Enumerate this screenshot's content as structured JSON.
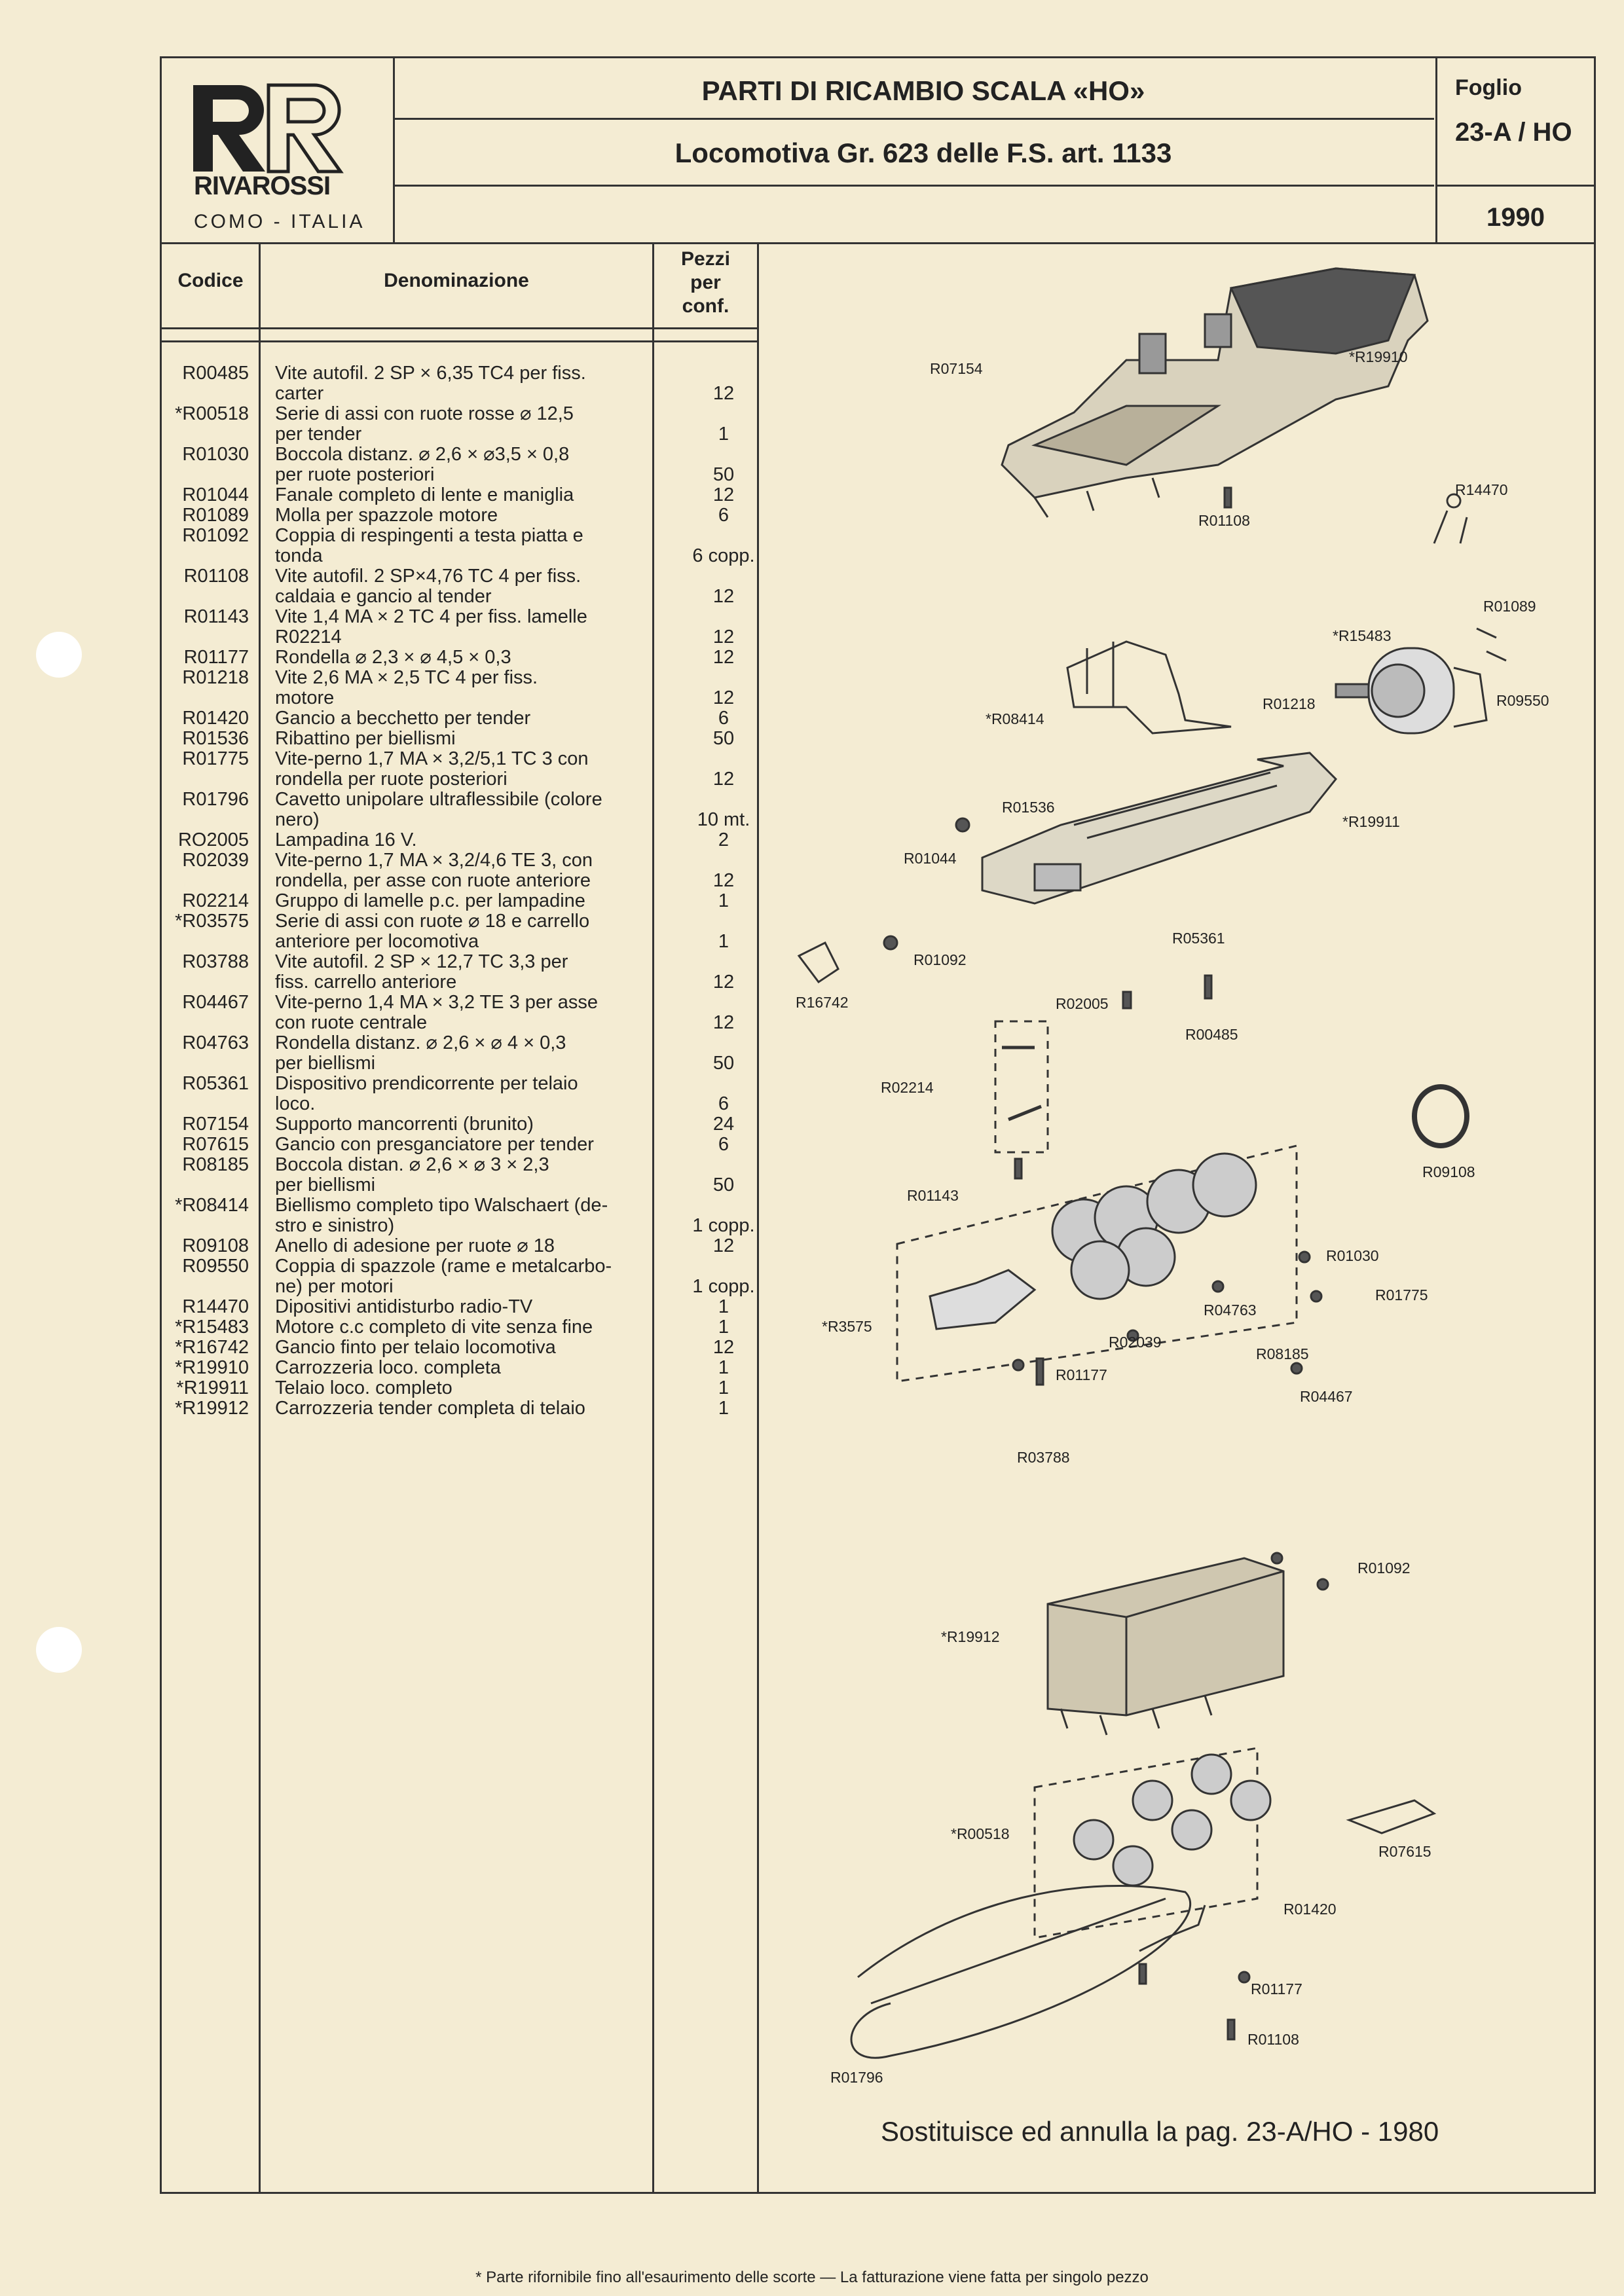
{
  "brand": {
    "name": "RIVAROSSI",
    "city": "COMO - ITALIA"
  },
  "header": {
    "title": "PARTI DI RICAMBIO SCALA «HO»",
    "subtitle": "Locomotiva Gr. 623 delle F.S. art. 1133",
    "foglio_label": "Foglio",
    "foglio_value": "23-A / HO",
    "year": "1990"
  },
  "table": {
    "col_code": "Codice",
    "col_name": "Denominazione",
    "col_qty_1": "Pezzi",
    "col_qty_2": "per",
    "col_qty_3": "conf.",
    "rows": [
      {
        "code": "R00485",
        "desc": [
          "Vite autofil. 2 SP × 6,35 TC4 per fiss.",
          "carter"
        ],
        "qty": "12"
      },
      {
        "code": "*R00518",
        "desc": [
          "Serie di assi con ruote rosse ⌀ 12,5",
          "per tender"
        ],
        "qty": "1"
      },
      {
        "code": "R01030",
        "desc": [
          "Boccola distanz. ⌀ 2,6 × ⌀3,5 × 0,8",
          "per ruote posteriori"
        ],
        "qty": "50"
      },
      {
        "code": "R01044",
        "desc": [
          "Fanale completo di lente e maniglia"
        ],
        "qty": "12"
      },
      {
        "code": "R01089",
        "desc": [
          "Molla per spazzole motore"
        ],
        "qty": "6"
      },
      {
        "code": "R01092",
        "desc": [
          "Coppia di respingenti a testa piatta e",
          "tonda"
        ],
        "qty": "6 copp."
      },
      {
        "code": "R01108",
        "desc": [
          "Vite autofil. 2 SP×4,76 TC 4 per fiss.",
          "caldaia e gancio al tender"
        ],
        "qty": "12"
      },
      {
        "code": "R01143",
        "desc": [
          "Vite 1,4 MA × 2 TC 4 per fiss. lamelle",
          "R02214"
        ],
        "qty": "12"
      },
      {
        "code": "R01177",
        "desc": [
          "Rondella ⌀ 2,3 × ⌀ 4,5 × 0,3"
        ],
        "qty": "12"
      },
      {
        "code": "R01218",
        "desc": [
          "Vite 2,6 MA × 2,5 TC 4 per fiss.",
          "motore"
        ],
        "qty": "12"
      },
      {
        "code": "R01420",
        "desc": [
          "Gancio a becchetto per tender"
        ],
        "qty": "6"
      },
      {
        "code": "R01536",
        "desc": [
          "Ribattino per biellismi"
        ],
        "qty": "50"
      },
      {
        "code": "R01775",
        "desc": [
          "Vite-perno 1,7 MA × 3,2/5,1 TC 3 con",
          "rondella per ruote posteriori"
        ],
        "qty": "12"
      },
      {
        "code": "R01796",
        "desc": [
          "Cavetto unipolare ultraflessibile (colore",
          "nero)"
        ],
        "qty": "10 mt."
      },
      {
        "code": "RO2005",
        "desc": [
          "Lampadina 16 V."
        ],
        "qty": "2"
      },
      {
        "code": "R02039",
        "desc": [
          "Vite-perno 1,7 MA × 3,2/4,6 TE 3, con",
          "rondella, per asse con ruote anteriore"
        ],
        "qty": "12"
      },
      {
        "code": "R02214",
        "desc": [
          "Gruppo di lamelle p.c. per lampadine"
        ],
        "qty": "1"
      },
      {
        "code": "*R03575",
        "desc": [
          "Serie di assi con ruote ⌀ 18 e carrello",
          "anteriore per locomotiva"
        ],
        "qty": "1"
      },
      {
        "code": "R03788",
        "desc": [
          "Vite autofil. 2 SP × 12,7 TC 3,3 per",
          "fiss. carrello anteriore"
        ],
        "qty": "12"
      },
      {
        "code": "R04467",
        "desc": [
          "Vite-perno 1,4 MA × 3,2 TE 3 per asse",
          "con ruote centrale"
        ],
        "qty": "12"
      },
      {
        "code": "R04763",
        "desc": [
          "Rondella distanz. ⌀ 2,6 × ⌀ 4 × 0,3",
          "per biellismi"
        ],
        "qty": "50"
      },
      {
        "code": "R05361",
        "desc": [
          "Dispositivo prendicorrente per telaio",
          "loco."
        ],
        "qty": "6"
      },
      {
        "code": "R07154",
        "desc": [
          "Supporto mancorrenti (brunito)"
        ],
        "qty": "24"
      },
      {
        "code": "R07615",
        "desc": [
          "Gancio con presganciatore per tender"
        ],
        "qty": "6"
      },
      {
        "code": "R08185",
        "desc": [
          "Boccola distan. ⌀ 2,6 × ⌀ 3 × 2,3",
          "per biellismi"
        ],
        "qty": "50"
      },
      {
        "code": "*R08414",
        "desc": [
          "Biellismo completo tipo Walschaert (de-",
          "stro e sinistro)"
        ],
        "qty": "1 copp."
      },
      {
        "code": "R09108",
        "desc": [
          "Anello di adesione per ruote ⌀ 18"
        ],
        "qty": "12"
      },
      {
        "code": "R09550",
        "desc": [
          "Coppia di spazzole (rame e metalcarbo-",
          "ne) per motori"
        ],
        "qty": "1 copp."
      },
      {
        "code": "R14470",
        "desc": [
          "Dipositivi antidisturbo radio-TV"
        ],
        "qty": "1"
      },
      {
        "code": "*R15483",
        "desc": [
          "Motore c.c completo di vite senza fine"
        ],
        "qty": "1"
      },
      {
        "code": "*R16742",
        "desc": [
          "Gancio finto per telaio locomotiva"
        ],
        "qty": "12"
      },
      {
        "code": "*R19910",
        "desc": [
          "Carrozzeria loco. completa"
        ],
        "qty": "1"
      },
      {
        "code": "*R19911",
        "desc": [
          "Telaio loco. completo"
        ],
        "qty": "1"
      },
      {
        "code": "*R19912",
        "desc": [
          "Carrozzeria tender completa di telaio"
        ],
        "qty": "1"
      }
    ]
  },
  "diagram_labels": [
    {
      "id": "R07154",
      "text": "R07154"
    },
    {
      "id": "R19910",
      "text": "*R19910"
    },
    {
      "id": "R14470",
      "text": "R14470"
    },
    {
      "id": "R01108a",
      "text": "R01108"
    },
    {
      "id": "R01089",
      "text": "R01089"
    },
    {
      "id": "R15483",
      "text": "*R15483"
    },
    {
      "id": "R09550",
      "text": "R09550"
    },
    {
      "id": "R01218",
      "text": "R01218"
    },
    {
      "id": "R08414",
      "text": "*R08414"
    },
    {
      "id": "R01536",
      "text": "R01536"
    },
    {
      "id": "R19911",
      "text": "*R19911"
    },
    {
      "id": "R01044",
      "text": "R01044"
    },
    {
      "id": "R05361",
      "text": "R05361"
    },
    {
      "id": "R01092a",
      "text": "R01092"
    },
    {
      "id": "R16742",
      "text": "R16742"
    },
    {
      "id": "R02005",
      "text": "R02005"
    },
    {
      "id": "R00485",
      "text": "R00485"
    },
    {
      "id": "R02214",
      "text": "R02214"
    },
    {
      "id": "R09108",
      "text": "R09108"
    },
    {
      "id": "R01143",
      "text": "R01143"
    },
    {
      "id": "R01030",
      "text": "R01030"
    },
    {
      "id": "R01775",
      "text": "R01775"
    },
    {
      "id": "R04763",
      "text": "R04763"
    },
    {
      "id": "R3575",
      "text": "*R3575"
    },
    {
      "id": "R02039",
      "text": "R02039"
    },
    {
      "id": "R08185",
      "text": "R08185"
    },
    {
      "id": "R01177a",
      "text": "R01177"
    },
    {
      "id": "R04467",
      "text": "R04467"
    },
    {
      "id": "R03788",
      "text": "R03788"
    },
    {
      "id": "R01092b",
      "text": "R01092"
    },
    {
      "id": "R19912",
      "text": "*R19912"
    },
    {
      "id": "R00518",
      "text": "*R00518"
    },
    {
      "id": "R07615",
      "text": "R07615"
    },
    {
      "id": "R01420",
      "text": "R01420"
    },
    {
      "id": "R01177b",
      "text": "R01177"
    },
    {
      "id": "R01108b",
      "text": "R01108"
    },
    {
      "id": "R01796",
      "text": "R01796"
    }
  ],
  "replaces_note": "Sostituisce ed annulla la pag. 23-A/HO - 1980",
  "footnote": "* Parte rifornibile fino all'esaurimento delle scorte — La fatturazione viene fatta per singolo pezzo"
}
